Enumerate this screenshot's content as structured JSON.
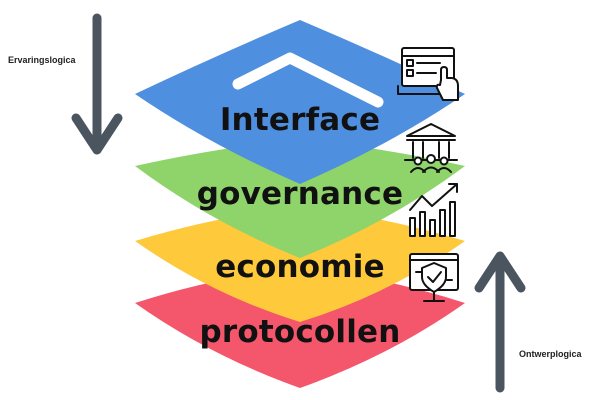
{
  "layers": [
    {
      "label": "Interface",
      "color": "#4F8FE0",
      "icon": "ui-checklist-icon"
    },
    {
      "label": "governance",
      "color": "#8FD36B",
      "icon": "building-people-icon"
    },
    {
      "label": "economie",
      "color": "#FFC93C",
      "icon": "growth-chart-icon"
    },
    {
      "label": "protocollen",
      "color": "#F4566B",
      "icon": "shield-monitor-icon"
    }
  ],
  "experience_logic": {
    "label": "Ervaringslogica",
    "arrow_color": "#4A5560"
  },
  "design_logic": {
    "label": "Ontwerplogica",
    "arrow_color": "#4A5560"
  }
}
